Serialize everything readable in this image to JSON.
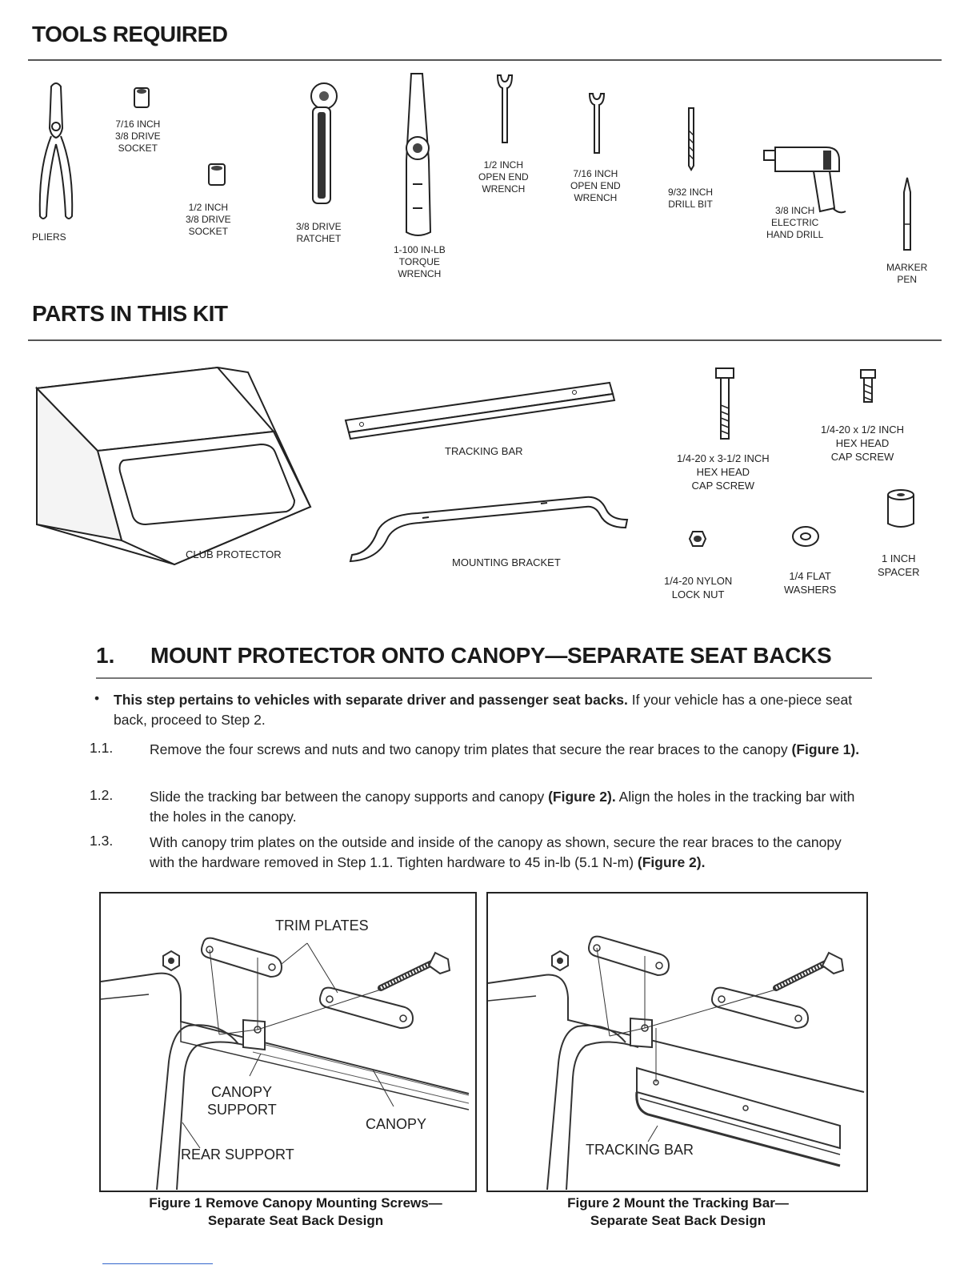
{
  "tools": {
    "heading": "TOOLS REQUIRED",
    "items": {
      "pliers": [
        "PLIERS"
      ],
      "socket716": [
        "7/16 INCH",
        "3/8 DRIVE",
        "SOCKET"
      ],
      "socket12": [
        "1/2 INCH",
        "3/8 DRIVE",
        "SOCKET"
      ],
      "ratchet": [
        "3/8 DRIVE",
        "RATCHET"
      ],
      "torque": [
        "1-100 IN-LB",
        "TORQUE",
        "WRENCH"
      ],
      "wrench12": [
        "1/2 INCH",
        "OPEN END",
        "WRENCH"
      ],
      "wrench716": [
        "7/16 INCH",
        "OPEN END",
        "WRENCH"
      ],
      "drillbit": [
        "9/32 INCH",
        "DRILL BIT"
      ],
      "drill": [
        "3/8 INCH",
        "ELECTRIC",
        "HAND DRILL"
      ],
      "marker": [
        "MARKER",
        "PEN"
      ]
    }
  },
  "parts": {
    "heading": "PARTS IN THIS KIT",
    "items": {
      "protector": [
        "CLUB PROTECTOR"
      ],
      "tracking": [
        "TRACKING BAR"
      ],
      "bracket": [
        "MOUNTING BRACKET"
      ],
      "longscrew": [
        "1/4-20 x 3-1/2 INCH",
        "HEX HEAD",
        "CAP SCREW"
      ],
      "shortscrew": [
        "1/4-20 x 1/2 INCH",
        "HEX HEAD",
        "CAP SCREW"
      ],
      "spacer": [
        "1 INCH",
        "SPACER"
      ],
      "locknut": [
        "1/4-20 NYLON",
        "LOCK NUT"
      ],
      "washer": [
        "1/4 FLAT",
        "WASHERS"
      ]
    }
  },
  "step1": {
    "number": "1.",
    "title": "MOUNT PROTECTOR ONTO CANOPY—SEPARATE SEAT BACKS",
    "bullet": "•",
    "intro_bold": "This step pertains to vehicles with separate driver and passenger seat backs.",
    "intro_rest": " If your vehicle has a one-piece seat back, proceed to Step 2.",
    "s1_num": "1.1.",
    "s1_text": "Remove the four screws and nuts and two canopy trim plates that secure the rear braces to the canopy ",
    "s1_ref": "(Figure 1).",
    "s2_num": "1.2.",
    "s2_text_a": "Slide the tracking bar between the canopy supports and canopy ",
    "s2_ref": "(Figure 2).",
    "s2_text_b": " Align the holes in the tracking bar with the holes in the canopy.",
    "s3_num": "1.3.",
    "s3_text": "With canopy trim plates on the outside and inside of the canopy as shown, secure the rear braces to the canopy with the hardware removed in Step 1.1. Tighten hardware to 45 in-lb (5.1 N-m) ",
    "s3_ref": "(Figure 2)."
  },
  "fig1": {
    "labels": {
      "trim": "TRIM PLATES",
      "canopy_support_1": "CANOPY",
      "canopy_support_2": "SUPPORT",
      "canopy": "CANOPY",
      "rear": "REAR SUPPORT"
    },
    "caption": [
      "Figure 1  Remove Canopy Mounting Screws—",
      "Separate Seat Back Design"
    ]
  },
  "fig2": {
    "labels": {
      "tracking": "TRACKING BAR"
    },
    "caption": [
      "Figure 2  Mount the Tracking Bar—",
      "Separate Seat Back Design"
    ]
  }
}
